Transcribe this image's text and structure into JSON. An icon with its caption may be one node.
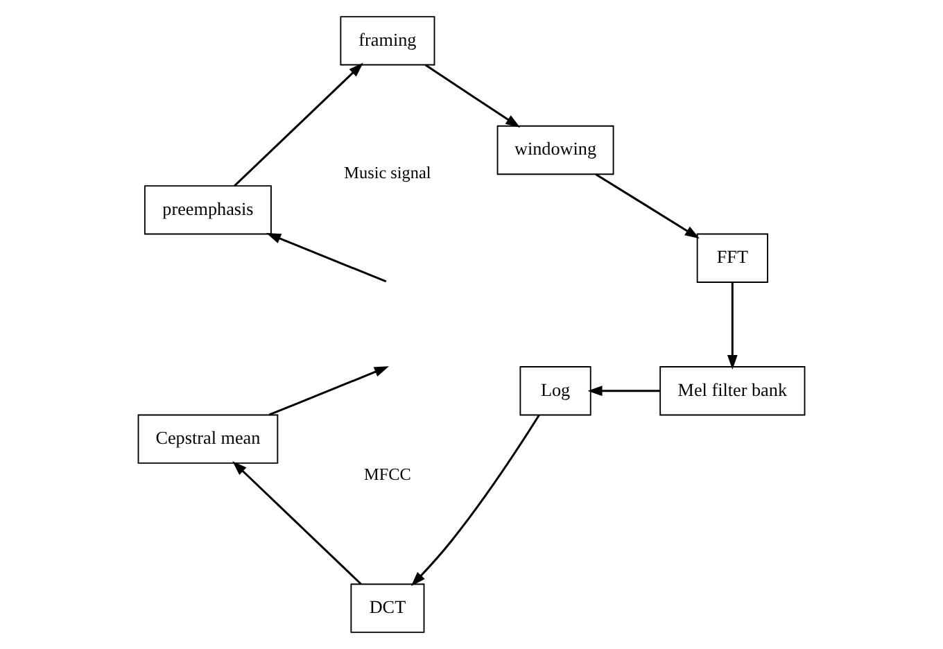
{
  "diagram": {
    "nodes": [
      {
        "text": [
          "preemphasis"
        ]
      },
      {
        "text": [
          "framing"
        ]
      },
      {
        "text": [
          "windowing"
        ]
      },
      {
        "text": [
          "FFT"
        ]
      },
      {
        "text": [
          "Mel filter bank"
        ]
      },
      {
        "text": [
          "Log"
        ]
      },
      {
        "text": [
          "DCT"
        ]
      },
      {
        "text": [
          "Cepstral mean"
        ]
      }
    ],
    "edges": [
      {
        "from": null,
        "to": 0,
        "arrow": "to"
      },
      {
        "from": 0,
        "to": 1,
        "arrow": "to"
      },
      {
        "from": 1,
        "to": 2,
        "arrow": "to"
      },
      {
        "from": 2,
        "to": 3,
        "arrow": "to"
      },
      {
        "from": 3,
        "to": 4,
        "arrow": "to"
      },
      {
        "from": 4,
        "to": 5,
        "arrow": "to"
      },
      {
        "from": 5,
        "to": 6,
        "arrow": "to"
      },
      {
        "from": 6,
        "to": 7,
        "arrow": "to"
      },
      {
        "from": 7,
        "to": null,
        "arrow": "to"
      }
    ],
    "labels": [
      "Music signal",
      "MFCC"
    ]
  }
}
